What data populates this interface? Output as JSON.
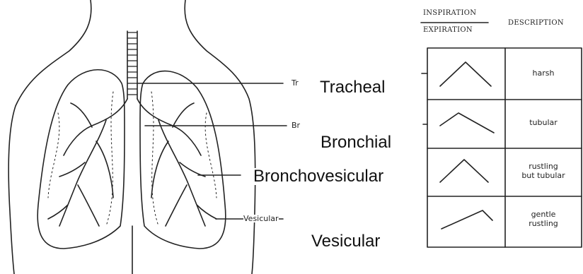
{
  "labels": {
    "tracheal": "Tracheal",
    "bronchial": "Bronchial",
    "bronchovesicular": "Bronchovesicular",
    "vesicular": "Vesicular"
  },
  "small_labels": {
    "tracheal_partial": "Tr",
    "bronchial_partial": "Br",
    "vesicular_small": "Vesicular"
  },
  "table": {
    "header_inspiration": "INSPIRATION",
    "header_expiration": "EXPIRATION",
    "header_description": "DESCRIPTION",
    "rows": [
      {
        "description_line1": "harsh",
        "description_line2": ""
      },
      {
        "description_line1": "tubular",
        "description_line2": ""
      },
      {
        "description_line1": "rustling",
        "description_line2": "but tubular"
      },
      {
        "description_line1": "gentle",
        "description_line2": "rustling"
      }
    ]
  },
  "colors": {
    "ink": "#222222",
    "background": "#ffffff"
  }
}
